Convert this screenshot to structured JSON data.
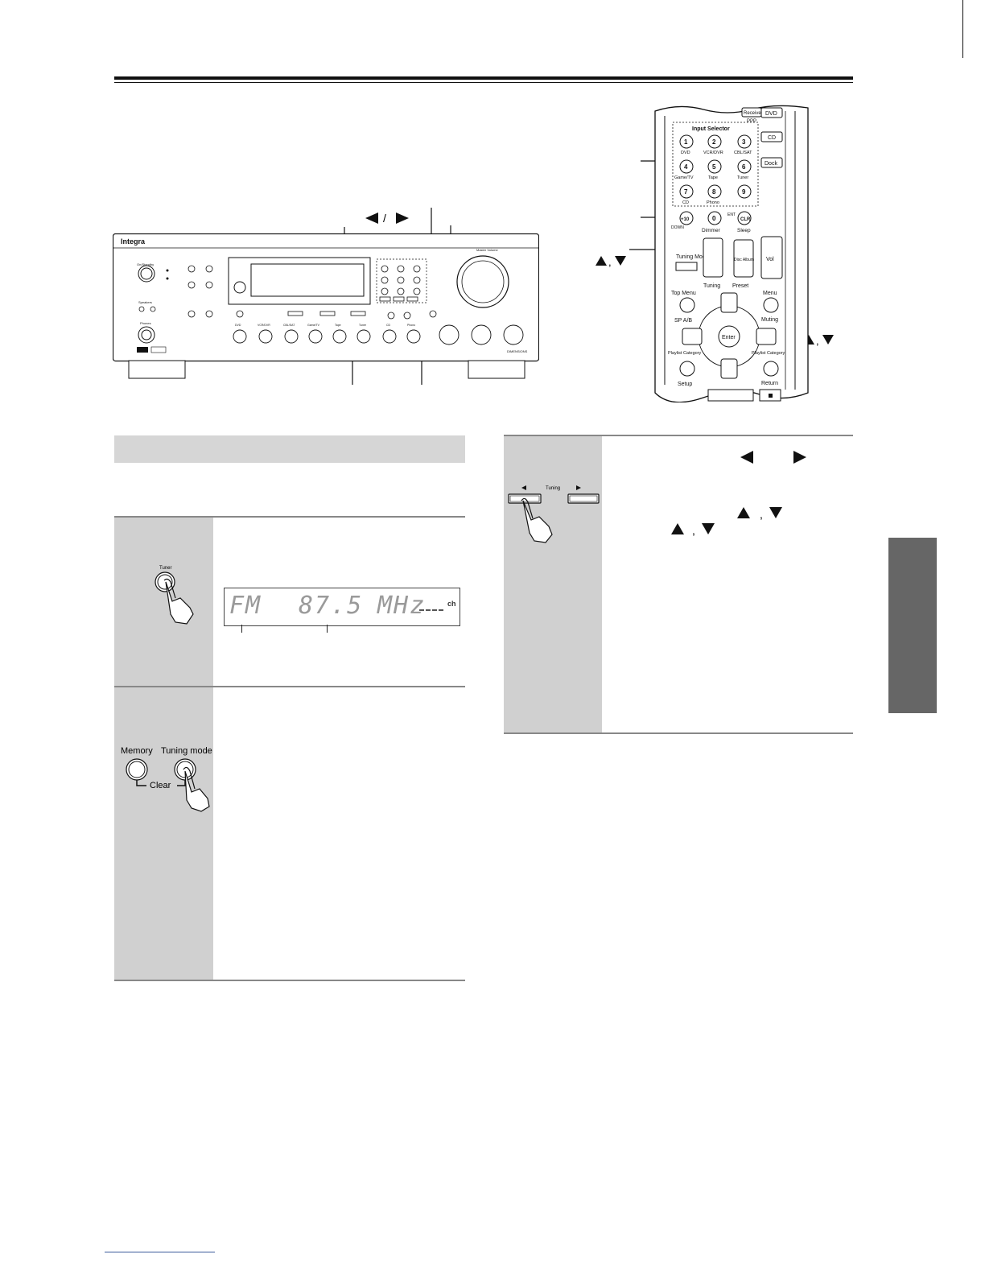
{
  "remote": {
    "input_selector_label": "Input Selector",
    "device_buttons": [
      "Receiver",
      "DVD",
      "CD",
      "Dock"
    ],
    "ppp_label": "PPP",
    "numbers": [
      "1",
      "2",
      "3",
      "4",
      "5",
      "6",
      "7",
      "8",
      "9",
      "0"
    ],
    "number_labels": [
      "DVD",
      "VCR/DVR",
      "CBL/SAT",
      "Game/TV",
      "Tape",
      "Tuner",
      "CD",
      "Phono"
    ],
    "plus10": "+10",
    "clr": "CLR",
    "dimmer": "Dimmer",
    "sleep": "Sleep",
    "down_label": "DOWN",
    "ent_label": "ENT",
    "tuning_mode": "Tuning Mode",
    "tuning": "Tuning",
    "disc_album": "Disc Album",
    "preset": "Preset",
    "vol": "Vol",
    "top_menu": "Top Menu",
    "sp_ab": "SP A/B",
    "menu": "Menu",
    "muting": "Muting",
    "enter": "Enter",
    "playlist_category_left": "Playlist Category",
    "playlist_category_right": "Playlist Category",
    "setup": "Setup",
    "return": "Return"
  },
  "receiver": {
    "brand": "Integra",
    "master_volume": "Master Volume",
    "on_standby": "On/Standby",
    "speakers": "Speakers",
    "phones": "Phones",
    "input_buttons": [
      "DVD",
      "VCR/DVR",
      "CBL/SAT",
      "Game/TV",
      "Tape",
      "Tuner",
      "CD",
      "Phono"
    ],
    "dimensions_label": "DIMENSIONS"
  },
  "panel1": {
    "button_label": "Tuner",
    "display": {
      "band": "FM",
      "frequency": "87.5",
      "unit": "MHz",
      "ch": "ch"
    }
  },
  "panel2": {
    "memory_label": "Memory",
    "tuning_mode_label": "Tuning mode",
    "clear_label": "Clear"
  },
  "panel3": {
    "tuning_label": "Tuning"
  },
  "callouts": {
    "arrows_lr": "◀ / ▶",
    "arrows_ud": "▲ / ▼"
  }
}
